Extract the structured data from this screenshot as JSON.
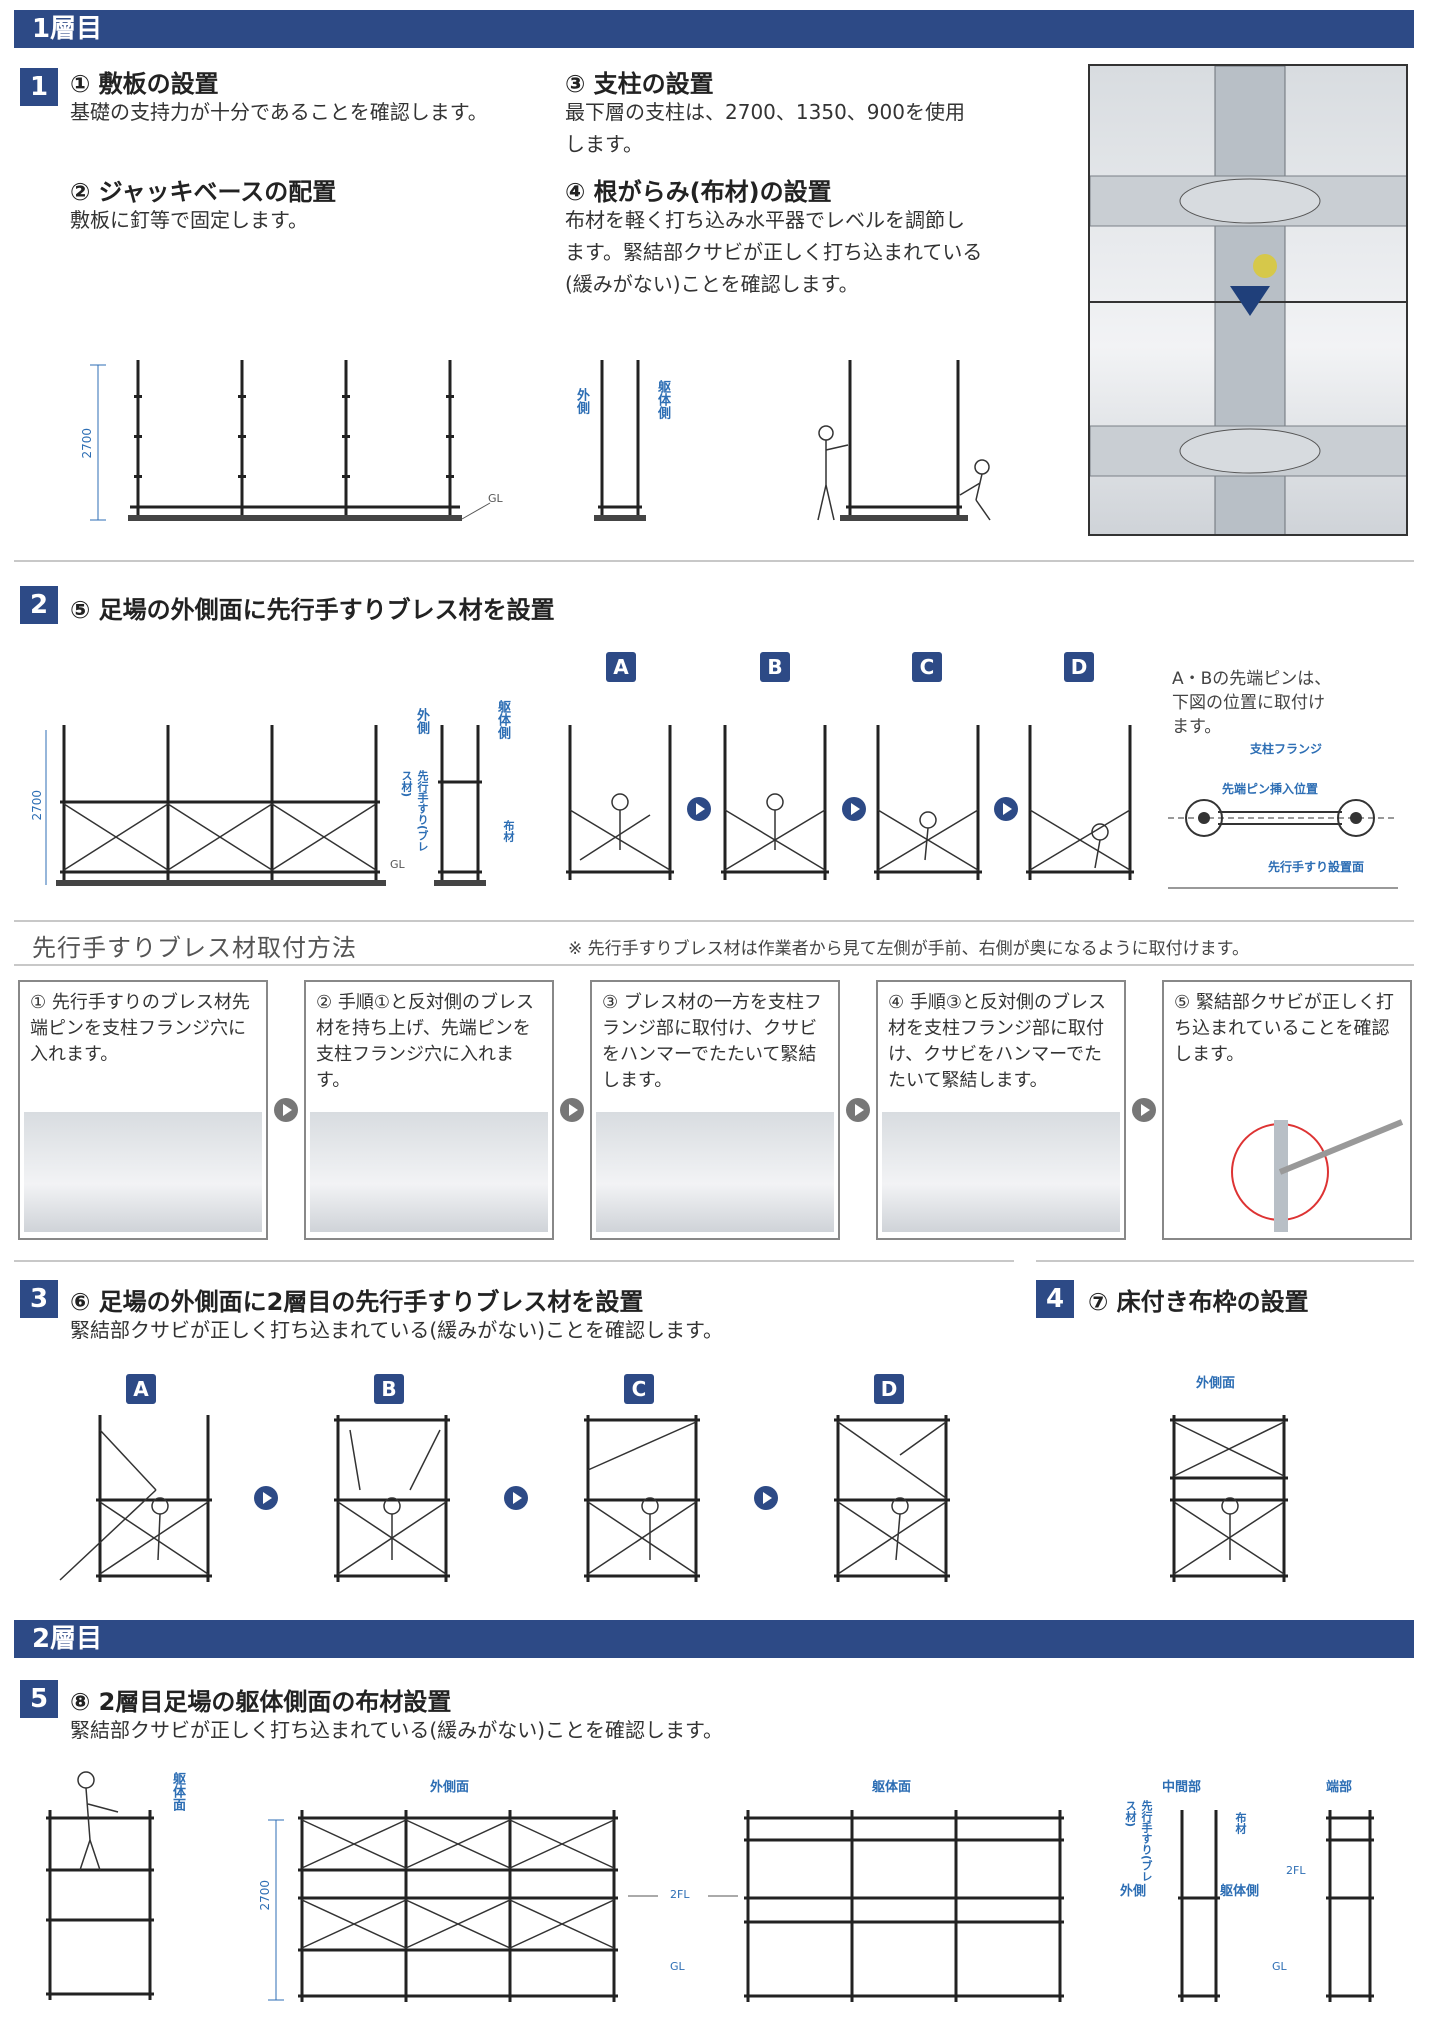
{
  "floor1": {
    "title": "1層目"
  },
  "s1": {
    "num": "1",
    "i1": {
      "title": "① 敷板の設置",
      "text": "基礎の支持力が十分であることを確認します。"
    },
    "i2": {
      "title": "② ジャッキベースの配置",
      "text": "敷板に釘等で固定します。"
    },
    "i3": {
      "title": "③ 支柱の設置",
      "text1": "最下層の支柱は、2700、1350、900を使用",
      "text2": "します。"
    },
    "i4": {
      "title": "④ 根がらみ(布材)の設置",
      "text1": "布材を軽く打ち込み水平器でレベルを調節し",
      "text2": "ます。緊結部クサビが正しく打ち込まれている",
      "text3": "(緩みがない)ことを確認します。"
    },
    "dim": "2700",
    "gl": "GL",
    "outer": "外側",
    "body": "躯体側"
  },
  "s2": {
    "num": "2",
    "title": "⑤ 足場の外側面に先行手すりブレス材を設置",
    "dim": "2700",
    "outer": "外側",
    "body": "躯体側",
    "brace": "先行手すり(ブレス材)",
    "nuno": "布材",
    "gl": "GL",
    "steps": [
      "A",
      "B",
      "C",
      "D"
    ],
    "note1": "A・Bの先端ピンは、",
    "note2": "下図の位置に取付け",
    "note3": "ます。",
    "flange": "支柱フランジ",
    "pin": "先端ピン挿入位置",
    "plane": "先行手すり設置面"
  },
  "method": {
    "title": "先行手すりブレス材取付方法",
    "note": "※ 先行手すりブレス材は作業者から見て左側が手前、右側が奥になるように取付けます。",
    "boxes": [
      "① 先行手すりのブレス材先端ピンを支柱フランジ穴に入れます。",
      "② 手順①と反対側のブレス材を持ち上げ、先端ピンを支柱フランジ穴に入れます。",
      "③ ブレス材の一方を支柱フランジ部に取付け、クサビをハンマーでたたいて緊結します。",
      "④ 手順③と反対側のブレス材を支柱フランジ部に取付け、クサビをハンマーでたたいて緊結します。",
      "⑤ 緊結部クサビが正しく打ち込まれていることを確認します。"
    ]
  },
  "s3": {
    "num": "3",
    "title": "⑥ 足場の外側面に2層目の先行手すりブレス材を設置",
    "text": "緊結部クサビが正しく打ち込まれている(緩みがない)ことを確認します。",
    "steps": [
      "A",
      "B",
      "C",
      "D"
    ]
  },
  "s4": {
    "num": "4",
    "title": "⑦ 床付き布枠の設置",
    "outer_face": "外側面"
  },
  "floor2": {
    "title": "2層目"
  },
  "s5": {
    "num": "5",
    "title": "⑧ 2層目足場の躯体側面の布材設置",
    "text": "緊結部クサビが正しく打ち込まれている(緩みがない)ことを確認します。",
    "body_face": "躯体面",
    "outer_face": "外側面",
    "body_face2": "躯体面",
    "middle": "中間部",
    "end": "端部",
    "dim": "2700",
    "fl2": "2FL",
    "gl": "GL",
    "brace": "先行手すり(ブレス材)",
    "nuno": "布材",
    "outer": "外側",
    "body_side": "躯体側"
  }
}
